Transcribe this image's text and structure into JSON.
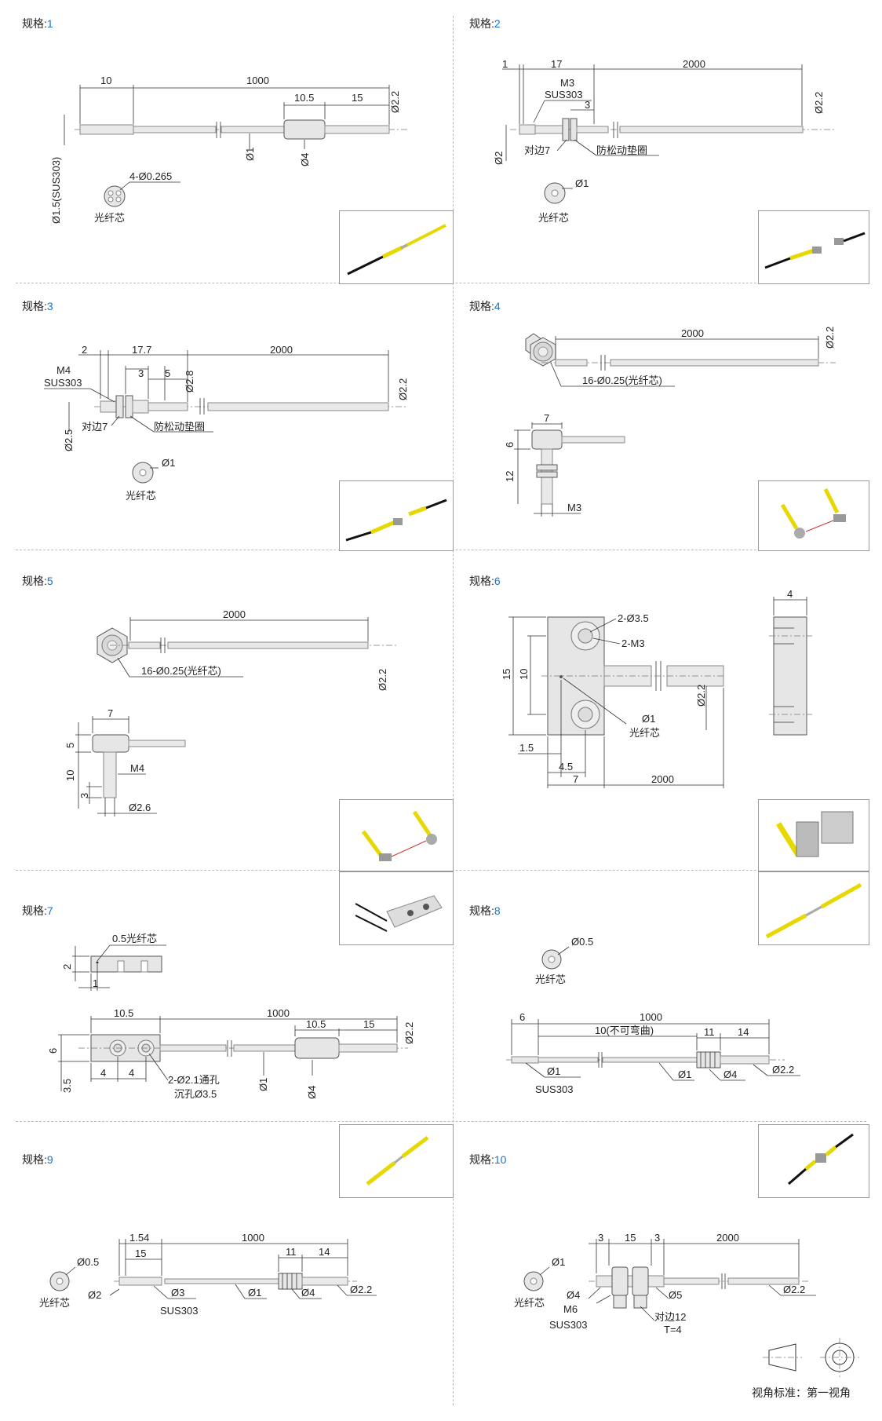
{
  "spec_prefix": "规格:",
  "specs": [
    {
      "num": "1"
    },
    {
      "num": "2"
    },
    {
      "num": "3"
    },
    {
      "num": "4"
    },
    {
      "num": "5"
    },
    {
      "num": "6"
    },
    {
      "num": "7"
    },
    {
      "num": "8"
    },
    {
      "num": "9"
    },
    {
      "num": "10"
    }
  ],
  "labels": {
    "core": "光纤芯",
    "s1": {
      "d10": "10",
      "d1000": "1000",
      "d105": "10.5",
      "d15": "15",
      "d22": "Ø2.2",
      "d1": "Ø1",
      "d4": "Ø4",
      "d15sus": "Ø1.5(SUS303)",
      "cores": "4-Ø0.265"
    },
    "s2": {
      "d1": "1",
      "d17": "17",
      "d2000": "2000",
      "m3": "M3",
      "sus": "SUS303",
      "d3": "3",
      "d22": "Ø2.2",
      "d2": "Ø2",
      "flat": "对边7",
      "washer": "防松动垫圈",
      "core": "Ø1"
    },
    "s3": {
      "d2": "2",
      "d177": "17.7",
      "d2000": "2000",
      "m4": "M4",
      "sus": "SUS303",
      "d3": "3",
      "d5": "5",
      "d28": "Ø2.8",
      "d22": "Ø2.2",
      "flat": "对边7",
      "washer": "防松动垫圈",
      "d25": "Ø2.5",
      "core": "Ø1"
    },
    "s4": {
      "d2000": "2000",
      "d22": "Ø2.2",
      "cores": "16-Ø0.25(光纤芯)",
      "d7": "7",
      "d6": "6",
      "d12": "12",
      "m3": "M3"
    },
    "s5": {
      "d2000": "2000",
      "d22": "Ø2.2",
      "cores": "16-Ø0.25(光纤芯)",
      "d7": "7",
      "d5": "5",
      "d10": "10",
      "m4": "M4",
      "d3": "3",
      "d26": "Ø2.6"
    },
    "s6": {
      "holes": "2-Ø3.5",
      "m3": "2-M3",
      "d15": "15",
      "d10": "10",
      "d22": "Ø2.2",
      "core": "Ø1",
      "corelabel": "光纤芯",
      "d15b": "1.5",
      "d45": "4.5",
      "d7": "7",
      "d2000": "2000",
      "d4": "4"
    },
    "s7": {
      "core": "0.5光纤芯",
      "d2": "2",
      "d1": "1",
      "d105": "10.5",
      "d1000": "1000",
      "d105b": "10.5",
      "d15": "15",
      "d6": "6",
      "d22": "Ø2.2",
      "d35": "3.5",
      "d4a": "4",
      "d4b": "4",
      "holes": "2-Ø2.1通孔",
      "cb": "沉孔Ø3.5",
      "dia1": "Ø1",
      "dia4": "Ø4"
    },
    "s8": {
      "core": "Ø0.5",
      "d6": "6",
      "d1000": "1000",
      "d10": "10(不可弯曲)",
      "d11": "11",
      "d14": "14",
      "dia1": "Ø1",
      "sus": "SUS303",
      "dia1b": "Ø1",
      "dia4": "Ø4",
      "d22": "Ø2.2"
    },
    "s9": {
      "core": "Ø0.5",
      "d154": "1.54",
      "d1000": "1000",
      "d15": "15",
      "d11": "11",
      "d14": "14",
      "d2": "Ø2",
      "d3": "Ø3",
      "sus": "SUS303",
      "dia1": "Ø1",
      "dia4": "Ø4",
      "d22": "Ø2.2"
    },
    "s10": {
      "core": "Ø1",
      "d3": "3",
      "d15": "15",
      "d3b": "3",
      "d2000": "2000",
      "dia4": "Ø4",
      "dia5": "Ø5",
      "d22": "Ø2.2",
      "m6": "M6",
      "sus": "SUS303",
      "flat": "对边12",
      "t": "T=4"
    }
  },
  "view_standard": "视角标准：第一视角"
}
